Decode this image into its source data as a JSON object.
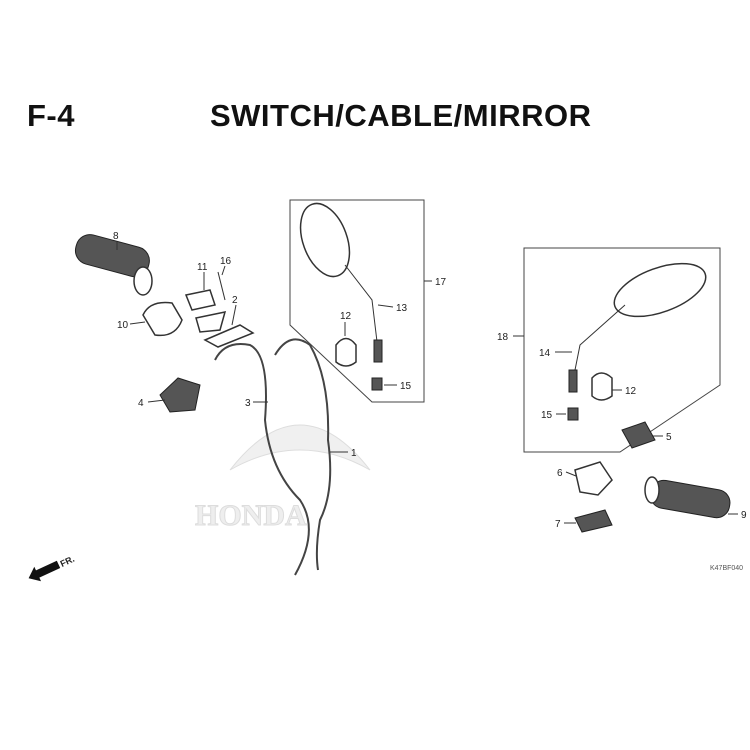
{
  "header": {
    "code": "F-4",
    "title": "SWITCH/CABLE/MIRROR"
  },
  "callouts": {
    "p1": "1",
    "p2": "2",
    "p3": "3",
    "p4": "4",
    "p5": "5",
    "p6": "6",
    "p7": "7",
    "p8": "8",
    "p9": "9",
    "p10": "10",
    "p11": "11",
    "p12a": "12",
    "p12b": "12",
    "p13": "13",
    "p14": "14",
    "p15a": "15",
    "p15b": "15",
    "p16": "16",
    "p17": "17",
    "p18": "18"
  },
  "watermark": "HONDA",
  "direction": "FR.",
  "reference_code": "K47BF040"
}
